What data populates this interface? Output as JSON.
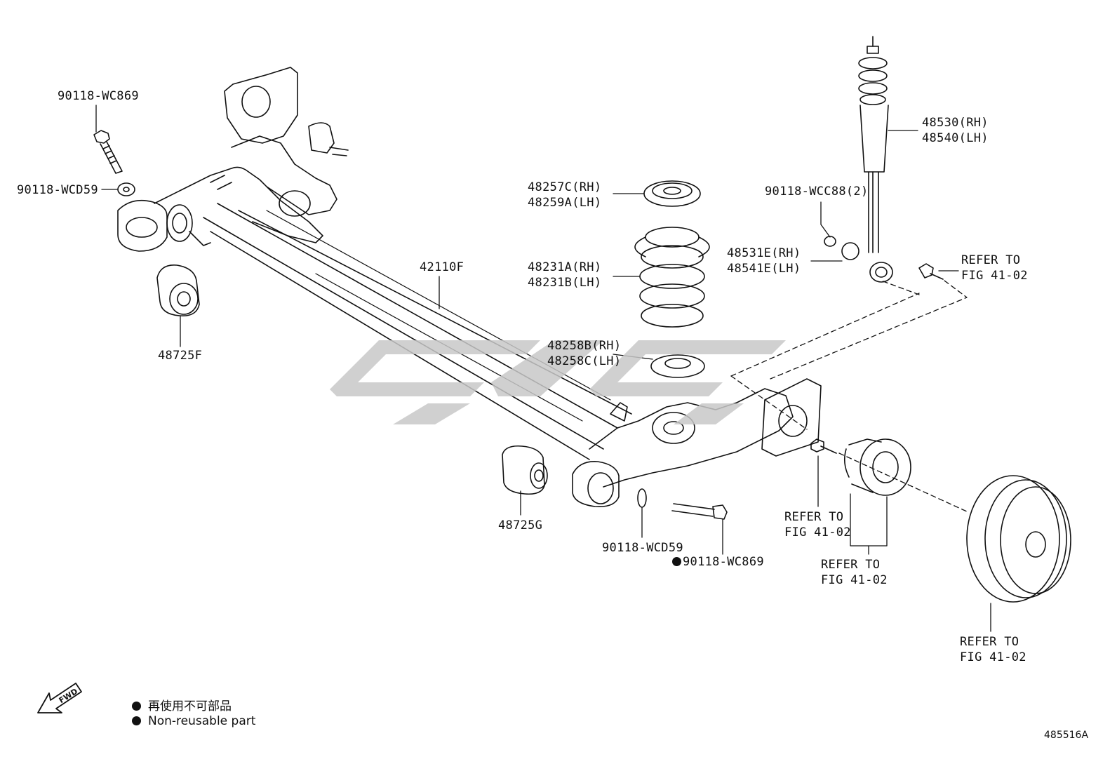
{
  "parts": {
    "bolt_top_label": "90118-WC869",
    "washer_top_label": "90118-WCD59",
    "bushing_left_label": "48725F",
    "axle_beam_label": "42110F",
    "upper_seat": [
      "48257C(RH)",
      "48259A(LH)"
    ],
    "coil_spring": [
      "48231A(RH)",
      "48231B(LH)"
    ],
    "lower_seat": [
      "48258B(RH)",
      "48258C(LH)"
    ],
    "shock_absorber": [
      "48530(RH)",
      "48540(LH)"
    ],
    "shock_nut_label": "90118-WCC88(2)",
    "shock_cushion": [
      "48531E(RH)",
      "48541E(LH)"
    ],
    "bushing_right_label": "48725G",
    "washer_bottom_label": "90118-WCD59",
    "bolt_bottom_label": "90118-WC869"
  },
  "refs": {
    "shock_bolt": [
      "REFER TO",
      "FIG 41-02"
    ],
    "hub_bolt": [
      "REFER TO",
      "FIG 41-02"
    ],
    "hub_bearing": [
      "REFER TO",
      "FIG 41-02"
    ],
    "brake_drum": [
      "REFER TO",
      "FIG 41-02"
    ]
  },
  "fwd_label": "FWD",
  "legend": {
    "chinese": "再使用不可部品",
    "english": "Non-reusable part"
  },
  "figure_id": "485516A"
}
